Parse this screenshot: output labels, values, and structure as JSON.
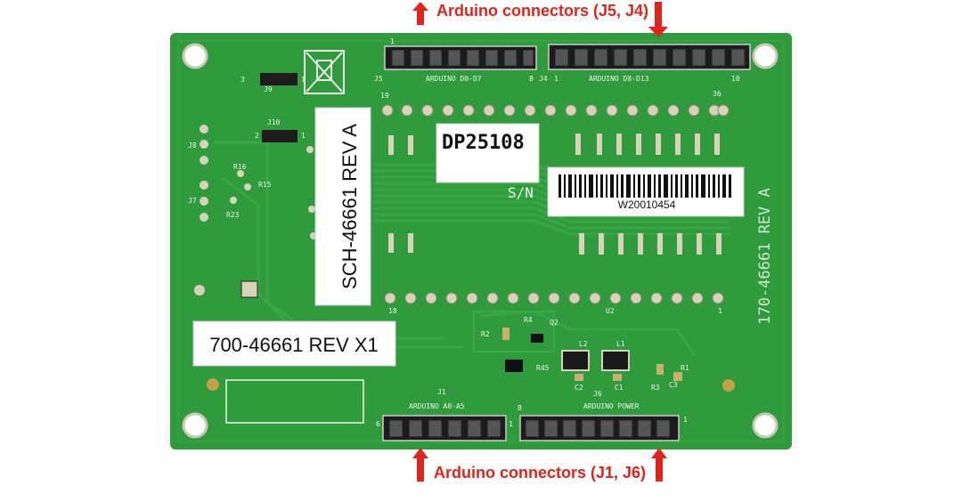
{
  "callouts": {
    "top": "Arduino connectors (J5, J4)",
    "bottom": "Arduino connectors (J1, J6)"
  },
  "stickers": {
    "sch": "SCH-46661 REV A",
    "dp": "DP25108",
    "serial": "W20010454",
    "assembly": "700-46661 REV X1"
  },
  "silkscreen": {
    "j5": "J5",
    "j4": "J4",
    "arduino_d0_d7": "ARDUINO D0-D7",
    "arduino_d8_d13": "ARDUINO D8-D13",
    "pin1_top": "1",
    "pin8_top": "8",
    "pin1_j4": "1",
    "pin10": "10",
    "pin19": "19",
    "pin36": "36",
    "pin18": "18",
    "pin1_u2": "1",
    "u2": "U2",
    "sn": "S/N",
    "board_id": "170-46661 REV A",
    "j1": "J1",
    "arduino_a0_a5": "ARDUINO A0-A5",
    "pin6": "6",
    "pin1_j1": "1",
    "j6": "J6",
    "arduino_power": "ARDUINO POWER",
    "pin8_bottom": "8",
    "pin1_bottom": "1",
    "j9": "J9",
    "j10": "J10",
    "j8": "J8",
    "j7": "J7",
    "r16": "R16",
    "r15": "R15",
    "r23": "R23",
    "n3": "3",
    "n1": "1",
    "n2": "2",
    "n1b": "1",
    "l2": "L2",
    "l1": "L1",
    "q2": "Q2",
    "c2": "C2",
    "c1": "C1",
    "c3": "C3",
    "r3": "R3",
    "r1": "R1",
    "r45": "R45",
    "r2": "R2",
    "r4": "R4"
  },
  "colors": {
    "pcb": "#2f9b3c",
    "pcb_dark": "#268532",
    "trace": "#3aa845",
    "annotation": "#e0241b",
    "header": "#1c1c1c",
    "pad": "#d8d2b8"
  }
}
